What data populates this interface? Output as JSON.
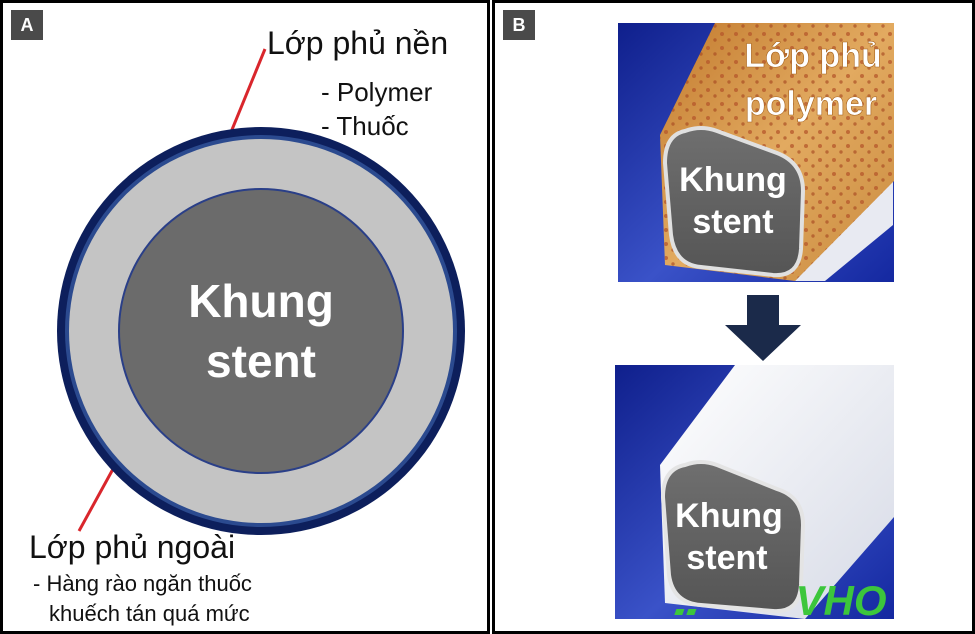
{
  "panel_a": {
    "label": "A",
    "base_coating_title": "Lớp phủ nền",
    "base_coating_items": [
      "- Polymer",
      "- Thuốc"
    ],
    "core_line1": "Khung",
    "core_line2": "stent",
    "outer_coating_title": "Lớp phủ ngoài",
    "outer_coating_desc_line1": "- Hàng rào ngăn thuốc",
    "outer_coating_desc_line2": "khuếch tán quá mức"
  },
  "panel_b": {
    "label": "B",
    "top_coating_line1": "Lớp phủ",
    "top_coating_line2": "polymer",
    "top_core_line1": "Khung",
    "top_core_line2": "stent",
    "bottom_core_line1": "Khung",
    "bottom_core_line2": "stent"
  },
  "watermark": "VHO",
  "colors": {
    "outer_ring": "#0d1f5c",
    "base_coating": "#c4c4c4",
    "core": "#6b6b6b",
    "pointer": "#d9262c",
    "bg_blue": "#1a2ea8",
    "orange_coating": "#d89a4a",
    "arrow": "#1b2a4a",
    "watermark": "#3cc63c"
  }
}
